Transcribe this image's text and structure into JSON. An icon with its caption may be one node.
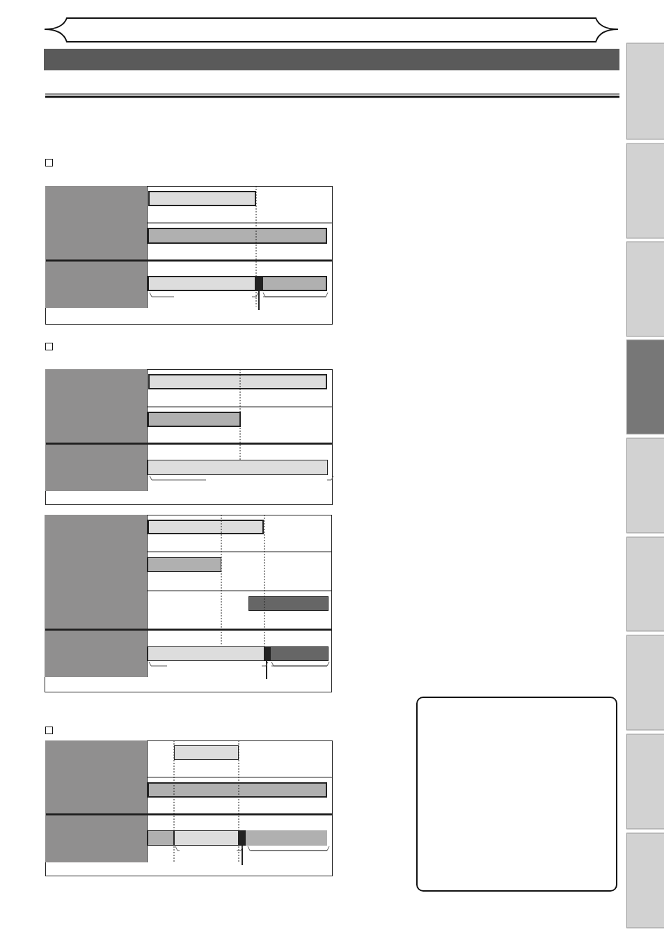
{
  "diagram": {
    "nodes": [
      {
        "text": [],
        "shape": "box"
      },
      {
        "text": [],
        "shape": "box",
        "in": 0
      },
      {
        "text": [],
        "shape": "box",
        "in": 0
      },
      {
        "text": [],
        "shape": "box",
        "in": 0
      },
      {
        "text": [],
        "shape": "bar",
        "in": 0
      },
      {
        "text": [],
        "shape": "bar",
        "in": 0
      },
      {
        "text": [],
        "shape": "bar",
        "in": 0
      },
      {
        "text": [],
        "shape": "bar",
        "in": 0
      },
      {
        "text": [],
        "shape": "box"
      },
      {
        "text": [],
        "shape": "box",
        "in": 8
      },
      {
        "text": [],
        "shape": "box",
        "in": 8
      },
      {
        "text": [],
        "shape": "box",
        "in": 8
      },
      {
        "text": [],
        "shape": "bar",
        "in": 8
      },
      {
        "text": [],
        "shape": "bar",
        "in": 8
      },
      {
        "text": [],
        "shape": "bar",
        "in": 8
      },
      {
        "text": [],
        "shape": "box"
      },
      {
        "text": [],
        "shape": "box",
        "in": 15
      },
      {
        "text": [],
        "shape": "box",
        "in": 15
      },
      {
        "text": [],
        "shape": "box",
        "in": 15
      },
      {
        "text": [],
        "shape": "box",
        "in": 15
      },
      {
        "text": [],
        "shape": "bar",
        "in": 15
      },
      {
        "text": [],
        "shape": "bar",
        "in": 15
      },
      {
        "text": [],
        "shape": "bar",
        "in": 15
      },
      {
        "text": [],
        "shape": "bar",
        "in": 15
      },
      {
        "text": [],
        "shape": "bar",
        "in": 15
      },
      {
        "text": [],
        "shape": "box"
      },
      {
        "text": [],
        "shape": "box",
        "in": 25
      },
      {
        "text": [],
        "shape": "box",
        "in": 25
      },
      {
        "text": [],
        "shape": "box",
        "in": 25
      },
      {
        "text": [],
        "shape": "bar",
        "in": 25
      },
      {
        "text": [],
        "shape": "bar",
        "in": 25
      },
      {
        "text": [],
        "shape": "bar",
        "in": 25
      },
      {
        "text": [],
        "shape": "bar",
        "in": 25
      },
      {
        "text": [],
        "shape": "bar",
        "in": 25
      },
      {
        "text": [],
        "shape": "box"
      }
    ]
  }
}
